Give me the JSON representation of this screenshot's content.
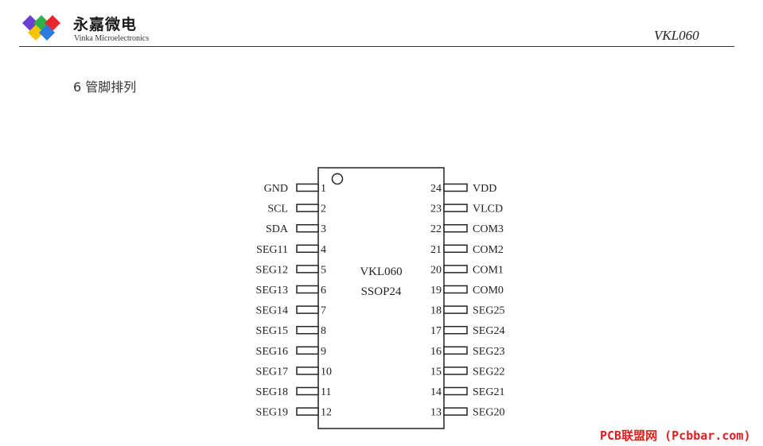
{
  "header": {
    "brand_cn": "永嘉微电",
    "brand_en": "Vinka Microelectronics",
    "doc_title": "VKL060",
    "logo_colors": [
      "#6a3fd1",
      "#2fb04a",
      "#e8262e",
      "#f5c400",
      "#2b7be0"
    ]
  },
  "section": {
    "title": "6 管脚排列"
  },
  "chip": {
    "part_name": "VKL060",
    "package": "SSOP24",
    "left_pins": [
      {
        "num": "1",
        "label": "GND"
      },
      {
        "num": "2",
        "label": "SCL"
      },
      {
        "num": "3",
        "label": "SDA"
      },
      {
        "num": "4",
        "label": "SEG11"
      },
      {
        "num": "5",
        "label": "SEG12"
      },
      {
        "num": "6",
        "label": "SEG13"
      },
      {
        "num": "7",
        "label": "SEG14"
      },
      {
        "num": "8",
        "label": "SEG15"
      },
      {
        "num": "9",
        "label": "SEG16"
      },
      {
        "num": "10",
        "label": "SEG17"
      },
      {
        "num": "11",
        "label": "SEG18"
      },
      {
        "num": "12",
        "label": "SEG19"
      }
    ],
    "right_pins": [
      {
        "num": "24",
        "label": "VDD"
      },
      {
        "num": "23",
        "label": "VLCD"
      },
      {
        "num": "22",
        "label": "COM3"
      },
      {
        "num": "21",
        "label": "COM2"
      },
      {
        "num": "20",
        "label": "COM1"
      },
      {
        "num": "19",
        "label": "COM0"
      },
      {
        "num": "18",
        "label": "SEG25"
      },
      {
        "num": "17",
        "label": "SEG24"
      },
      {
        "num": "16",
        "label": "SEG23"
      },
      {
        "num": "15",
        "label": "SEG22"
      },
      {
        "num": "14",
        "label": "SEG21"
      },
      {
        "num": "13",
        "label": "SEG20"
      }
    ]
  },
  "watermark": "PCB联盟网 (Pcbbar.com)"
}
